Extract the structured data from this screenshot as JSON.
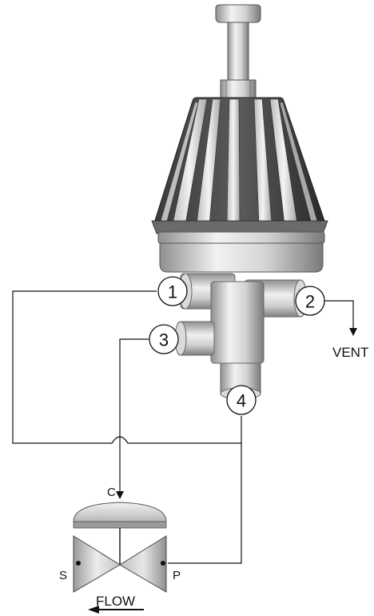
{
  "ports": [
    {
      "id": "1",
      "label": "1"
    },
    {
      "id": "2",
      "label": "2"
    },
    {
      "id": "3",
      "label": "3"
    },
    {
      "id": "4",
      "label": "4"
    }
  ],
  "labels": {
    "vent": "VENT",
    "control": "C",
    "supply": "S",
    "pressure": "P",
    "flow": "FLOW"
  },
  "colors": {
    "metal_light": "#eeeeee",
    "metal_dark": "#8a8a8a",
    "fin_dark": "#2e2e2e",
    "line": "#111111"
  }
}
